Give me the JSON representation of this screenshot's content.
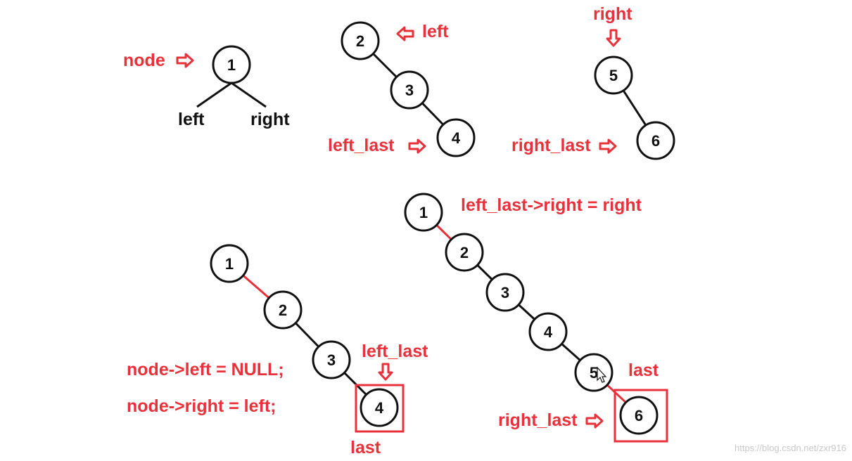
{
  "colors": {
    "accent": "#e8313a",
    "ink": "#111111",
    "watermark": "#c8c8c8"
  },
  "panel1": {
    "pointer_label": "node",
    "node": "1",
    "left_label": "left",
    "right_label": "right"
  },
  "panel2": {
    "pointer_top": "left",
    "pointer_bottom": "left_last",
    "nodes": [
      "2",
      "3",
      "4"
    ]
  },
  "panel3": {
    "pointer_top": "right",
    "pointer_bottom": "right_last",
    "nodes": [
      "5",
      "6"
    ]
  },
  "panel4": {
    "nodes": [
      "1",
      "2",
      "3",
      "4"
    ],
    "pointer_label": "left_last",
    "last_label": "last",
    "code_line1": "node->left = NULL;",
    "code_line2": "node->right = left;"
  },
  "panel5": {
    "nodes": [
      "1",
      "2",
      "3",
      "4",
      "5",
      "6"
    ],
    "code": "left_last->right = right",
    "last_label": "last",
    "pointer_label": "right_last"
  },
  "watermark": "https://blog.csdn.net/zxr916"
}
